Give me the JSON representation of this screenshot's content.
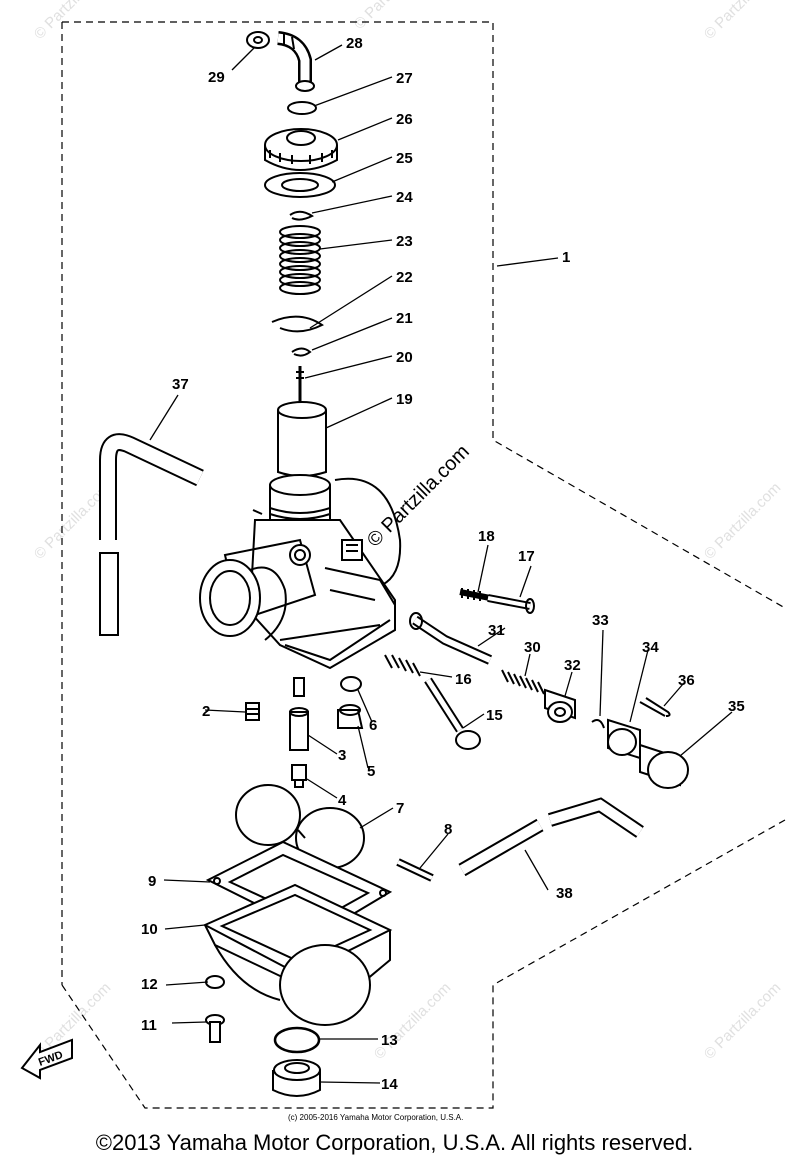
{
  "callouts": {
    "c1": "1",
    "c2": "2",
    "c3": "3",
    "c4": "4",
    "c5": "5",
    "c6": "6",
    "c7": "7",
    "c8": "8",
    "c9": "9",
    "c10": "10",
    "c11": "11",
    "c12": "12",
    "c13": "13",
    "c14": "14",
    "c15": "15",
    "c16": "16",
    "c17": "17",
    "c18": "18",
    "c19": "19",
    "c20": "20",
    "c21": "21",
    "c22": "22",
    "c23": "23",
    "c24": "24",
    "c25": "25",
    "c26": "26",
    "c27": "27",
    "c28": "28",
    "c29": "29",
    "c30": "30",
    "c31": "31",
    "c32": "32",
    "c33": "33",
    "c34": "34",
    "c35": "35",
    "c36": "36",
    "c37": "37",
    "c38": "38"
  },
  "fwd_label": "FWD",
  "watermark_text": "© Partzilla.com",
  "small_copyright": "(c) 2005-2016 Yamaha Motor Corporation, U.S.A.",
  "footer_copyright": "©2013 Yamaha Motor Corporation, U.S.A. All rights reserved."
}
